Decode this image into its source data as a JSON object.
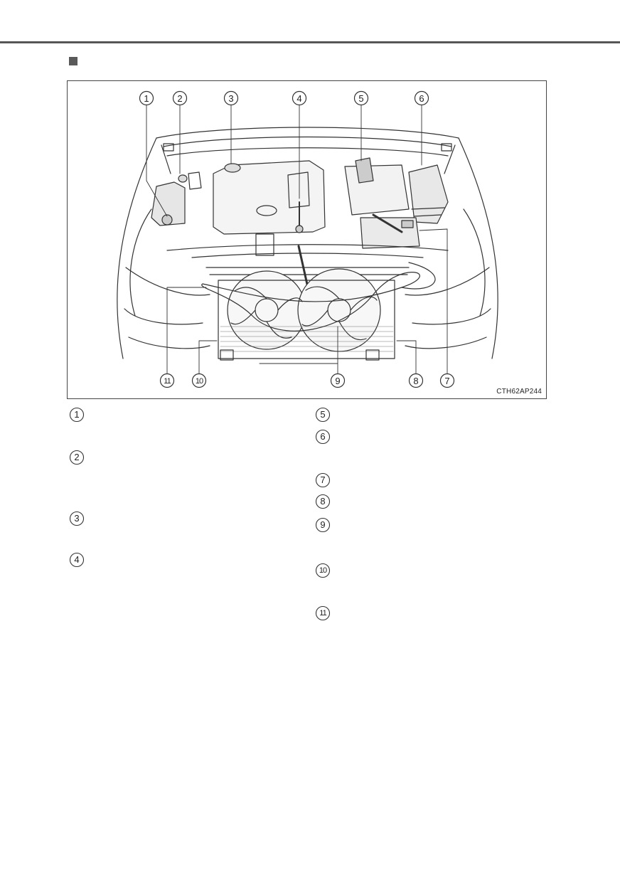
{
  "figure": {
    "code": "CTH62AP244",
    "callouts": [
      "1",
      "2",
      "3",
      "4",
      "5",
      "6",
      "7",
      "8",
      "9",
      "10",
      "11"
    ]
  },
  "legend": {
    "left": [
      "1",
      "2",
      "3",
      "4"
    ],
    "right": [
      "5",
      "6",
      "7",
      "8",
      "9",
      "10",
      "11"
    ]
  }
}
